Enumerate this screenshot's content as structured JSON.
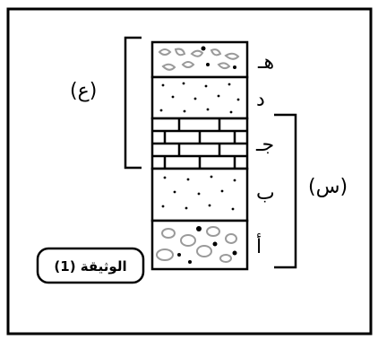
{
  "layers": [
    {
      "letter": "هـ",
      "pattern": "conglomerate"
    },
    {
      "letter": "د",
      "pattern": "sandstone"
    },
    {
      "letter": "جـ",
      "pattern": "limestone"
    },
    {
      "letter": "ب",
      "pattern": "sandstone"
    },
    {
      "letter": "أ",
      "pattern": "conglomerate"
    }
  ],
  "group_labels": {
    "upper": "(ع)",
    "lower": "(س)"
  },
  "document_label": "الوثيقة (1)",
  "colors": {
    "ink": "#000000",
    "pebble": "#9a9a9a",
    "background": "#ffffff"
  }
}
